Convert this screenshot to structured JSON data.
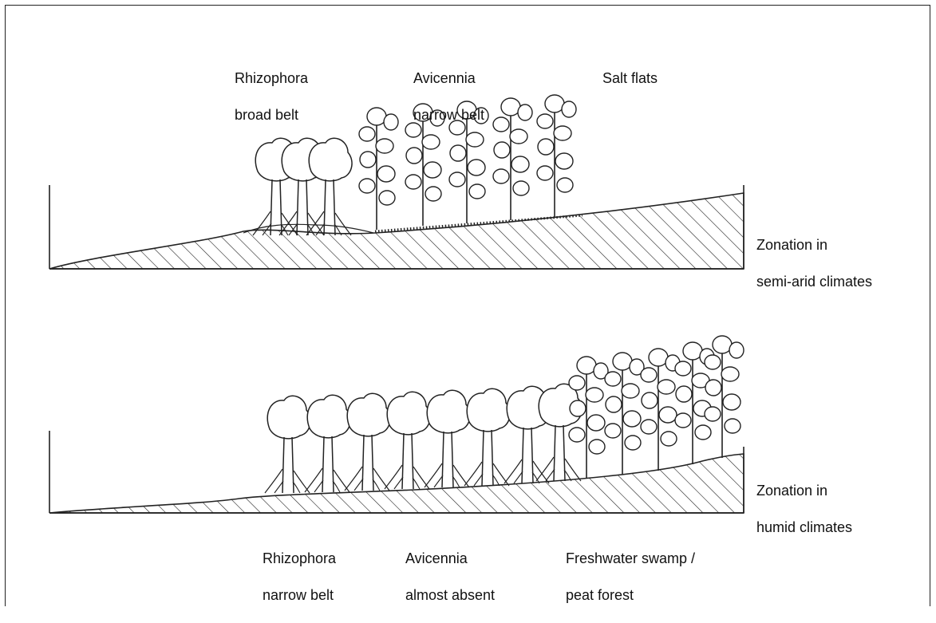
{
  "diagram": {
    "top_profile": {
      "labels": {
        "rhizophora": [
          "Rhizophora",
          "broad belt"
        ],
        "avicennia": [
          "Avicennia",
          "narrow belt"
        ],
        "salt_flats": [
          "Salt flats"
        ]
      },
      "zonation": [
        "Zonation in",
        "semi-arid climates"
      ]
    },
    "bottom_profile": {
      "labels": {
        "rhizophora": [
          "Rhizophora",
          "narrow belt"
        ],
        "avicennia": [
          "Avicennia",
          "almost absent"
        ],
        "freshwater": [
          "Freshwater swamp /",
          "peat forest"
        ]
      },
      "zonation": [
        "Zonation in",
        "humid climates"
      ]
    }
  }
}
